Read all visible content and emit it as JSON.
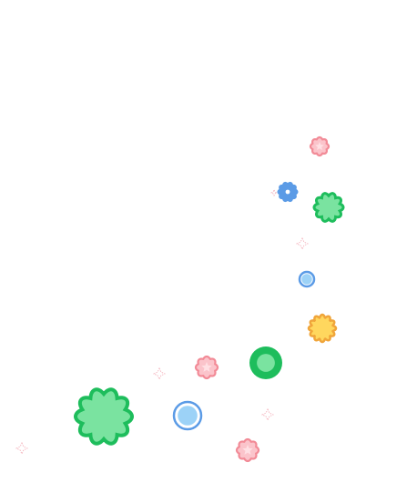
{
  "screen": {
    "background": "#ffffff"
  },
  "palette": {
    "pink_fill": "#fbc4cb",
    "pink_stroke": "#f28b97",
    "green_fill": "#7ae3a0",
    "green_stroke": "#1ebd5c",
    "blue_fill": "#9cd2f7",
    "blue_stroke": "#5b9be6",
    "yellow_fill": "#ffd75e",
    "yellow_stroke": "#f0a53a",
    "sparkle": "#f2a6b2"
  },
  "items": [
    {
      "kind": "pink-flower",
      "icon": "pink-flower-icon"
    },
    {
      "kind": "blue-flower",
      "icon": "blue-flower-icon"
    },
    {
      "kind": "green-flower",
      "icon": "green-flower-icon"
    },
    {
      "kind": "blue-bubble",
      "icon": "blue-bubble-icon"
    },
    {
      "kind": "yellow-flower",
      "icon": "yellow-flower-icon"
    },
    {
      "kind": "pink-flower",
      "icon": "pink-flower-icon"
    },
    {
      "kind": "green-ring",
      "icon": "green-ring-icon"
    },
    {
      "kind": "green-flower",
      "icon": "green-flower-icon"
    },
    {
      "kind": "blue-bubble",
      "icon": "blue-bubble-icon"
    },
    {
      "kind": "pink-flower",
      "icon": "pink-flower-icon"
    }
  ],
  "sparkles": [
    {
      "icon": "sparkle-icon"
    },
    {
      "icon": "sparkle-icon"
    },
    {
      "icon": "sparkle-icon"
    },
    {
      "icon": "sparkle-icon"
    },
    {
      "icon": "sparkle-icon"
    }
  ]
}
